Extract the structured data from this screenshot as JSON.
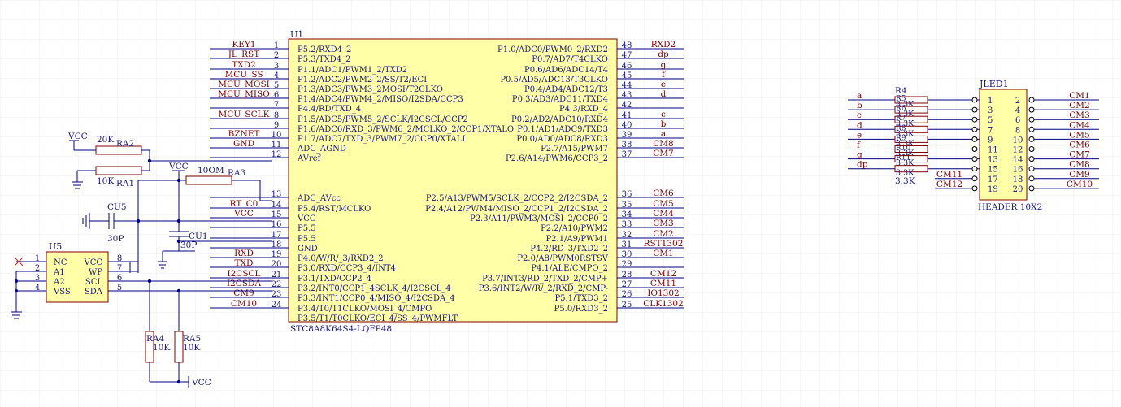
{
  "colors": {
    "background": "#ffffff",
    "grid": "#e6e6e6",
    "wire": "#000080",
    "pin": "#000000",
    "body_fill": "#ffffa8",
    "body_stroke": "#800000",
    "net_label": "#800000",
    "text": "#1a1a80"
  },
  "u1": {
    "designator": "U1",
    "part": "STC8A8K64S4-LQFP48",
    "left_pins": [
      {
        "num": "1",
        "name": "P5.2/RXD4_2",
        "net": "KEY1"
      },
      {
        "num": "2",
        "name": "P5.3/TXD4_2",
        "net": "JL_RST"
      },
      {
        "num": "3",
        "name": "P1.1/ADC1/PWM1_2/TXD2",
        "net": "TXD2"
      },
      {
        "num": "4",
        "name": "P1.2/ADC2/PWM2_2/SS/T2/ECI",
        "net": "MCU_SS"
      },
      {
        "num": "5",
        "name": "P1.3/ADC3/PWM3_2MOSI/T2CLKO",
        "net": "MCU_MOSI"
      },
      {
        "num": "6",
        "name": "P1.4/ADC4/PWM4_2/MISO/I2SDA/CCP3",
        "net": "MCU_MISO"
      },
      {
        "num": "7",
        "name": "P4.4/RD/TXD_4",
        "net": ""
      },
      {
        "num": "8",
        "name": "P1.5/ADC5/PWM5_2/SCLK/I2CSCL/CCP2",
        "net": "MCU_SCLK"
      },
      {
        "num": "9",
        "name": "P1.6/ADC6/RXD_3/PWM6_2/MCLKO_2/CCP1/XTALO",
        "net": ""
      },
      {
        "num": "10",
        "name": "P1.7/ADC7/TXD_3/PWM7_2/CCP0/XTALI",
        "net": "BZNET"
      },
      {
        "num": "11",
        "name": "ADC_AGND",
        "net": "GND"
      },
      {
        "num": "12",
        "name": "AVref",
        "net": ""
      },
      {
        "num": "13",
        "name": "ADC_AVcc",
        "net": ""
      },
      {
        "num": "14",
        "name": "P5.4/RST/MCLKO",
        "net": "RT_C0"
      },
      {
        "num": "15",
        "name": "VCC",
        "net": "VCC"
      },
      {
        "num": "16",
        "name": "P5.5",
        "net": ""
      },
      {
        "num": "17",
        "name": "P5.5",
        "net": ""
      },
      {
        "num": "18",
        "name": "GND",
        "net": ""
      },
      {
        "num": "19",
        "name": "P4.0/W/R/_3/RXD2_2",
        "net": "RXD"
      },
      {
        "num": "20",
        "name": "P3.0/RXD/CCP3_4/INT4",
        "net": "TXD"
      },
      {
        "num": "21",
        "name": "P3.1/TXD/CCP2_4",
        "net": "I2CSCL"
      },
      {
        "num": "22",
        "name": "P3.2/INT0/CCP1_4SCLK_4/I2CSCL_4",
        "net": "I2CSDA"
      },
      {
        "num": "23",
        "name": "P3.3/INT1/CCP0_4/MISO_4/I2CSDA_4",
        "net": "CM9"
      },
      {
        "num": "24",
        "name": "P3.4/T0/T1CLKO/MOSI_4/CMPO",
        "net": "CM10"
      },
      {
        "num": "",
        "name": "P3.5/T1/T0CLKO/ECI_4/SS_4/PWMFLT",
        "net": ""
      }
    ],
    "right_pins": [
      {
        "num": "48",
        "name": "P1.0/ADC0/PWM0_2/RXD2",
        "net": "RXD2"
      },
      {
        "num": "47",
        "name": "P0.7/AD7/T4CLKO",
        "net": "dp"
      },
      {
        "num": "46",
        "name": "P0.6/AD6/ADC14/T4",
        "net": "g"
      },
      {
        "num": "45",
        "name": "P0.5/AD5/ADC13/T3CLKO",
        "net": "f"
      },
      {
        "num": "44",
        "name": "P0.4/AD4/ADC12/T3",
        "net": "e"
      },
      {
        "num": "43",
        "name": "P0.3/AD3/ADC11/TXD4",
        "net": "d"
      },
      {
        "num": "42",
        "name": "P4.3/RXD_4",
        "net": ""
      },
      {
        "num": "41",
        "name": "P0.2/AD2/ADC10/RXD4",
        "net": "c"
      },
      {
        "num": "40",
        "name": "P0.1/AD1/ADC9/TXD3",
        "net": "b"
      },
      {
        "num": "39",
        "name": "P0.0/AD0/ADC8/RXD3",
        "net": "a"
      },
      {
        "num": "38",
        "name": "P2.7/A15/PWM7",
        "net": "CM8"
      },
      {
        "num": "37",
        "name": "P2.6/A14/PWM6/CCP3_2",
        "net": "CM7"
      },
      {
        "num": "36",
        "name": "P2.5/A13/PWM5/SCLK_2/CCP2_2/I2CSDA_2",
        "net": "CM6"
      },
      {
        "num": "35",
        "name": "P2.4/A12/PWM4/MISO_2/CCP1_2/I2CSDA_2",
        "net": "CM5"
      },
      {
        "num": "34",
        "name": "P2.3/A11/PWM3/MOSI_2/CCP0_2",
        "net": "CM4"
      },
      {
        "num": "33",
        "name": "P2.2/A10/PWM2",
        "net": "CM3"
      },
      {
        "num": "32",
        "name": "P2.1/A9/PWM1",
        "net": "CM2"
      },
      {
        "num": "31",
        "name": "P4.2/RD_3/TXD2_2",
        "net": "RST1302"
      },
      {
        "num": "30",
        "name": "P2.0/A8/PWM0RSTSV",
        "net": "CM1"
      },
      {
        "num": "29",
        "name": "P4.1/ALE/CMPO_2",
        "net": ""
      },
      {
        "num": "28",
        "name": "P3.7/INT3/RD_2/TXD_2/CMP+",
        "net": "CM12"
      },
      {
        "num": "27",
        "name": "P3.6/INT2/W/R/_2/RXD_2/CMP-",
        "net": "CM11"
      },
      {
        "num": "26",
        "name": "P5.1/TXD3_2",
        "net": "IO1302"
      },
      {
        "num": "25",
        "name": "P5.0/RXD3_2",
        "net": "CLK1302"
      }
    ]
  },
  "u5": {
    "designator": "U5",
    "left_pins": [
      {
        "num": "1",
        "name": "NC"
      },
      {
        "num": "2",
        "name": "A1"
      },
      {
        "num": "3",
        "name": "A2"
      },
      {
        "num": "4",
        "name": "VSS"
      }
    ],
    "right_pins": [
      {
        "num": "8",
        "name": "VCC"
      },
      {
        "num": "7",
        "name": "WP"
      },
      {
        "num": "6",
        "name": "SCL"
      },
      {
        "num": "5",
        "name": "SDA"
      }
    ]
  },
  "passives": {
    "ra2": {
      "designator": "RA2",
      "value": "20K"
    },
    "ra1": {
      "designator": "RA1",
      "value": "10K"
    },
    "ra3": {
      "designator": "RA3",
      "value": "10OM"
    },
    "cu5": {
      "designator": "CU5",
      "value": "30P"
    },
    "cu1": {
      "designator": "CU1",
      "value": "30P"
    },
    "ra4": {
      "designator": "RA4",
      "value": "10K"
    },
    "ra5": {
      "designator": "RA5",
      "value": "10K"
    },
    "vcc_labels": [
      "VCC",
      "VCC",
      "VCC"
    ]
  },
  "r4": {
    "designator": "R4",
    "nets": [
      "a",
      "b",
      "c",
      "d",
      "e",
      "f",
      "g",
      "dp"
    ],
    "values": [
      "3.3K",
      "3.3K",
      "3.3K",
      "3.3K",
      "3.3K",
      "3.3K",
      "3.3K",
      "3.3K"
    ],
    "value_bottom": "3.3K",
    "sub_labels": [
      "R5",
      "R6",
      "R7",
      "R8",
      "R9",
      "R10",
      "R11"
    ]
  },
  "jled1": {
    "designator": "JLED1",
    "part": "HEADER 10X2",
    "left_nums": [
      "1",
      "3",
      "5",
      "7",
      "9",
      "11",
      "13",
      "15",
      "17",
      "19"
    ],
    "right_nums": [
      "2",
      "4",
      "6",
      "8",
      "10",
      "12",
      "14",
      "16",
      "18",
      "20"
    ],
    "left_extra_nets": [
      "CM11",
      "CM12"
    ],
    "right_nets": [
      "CM1",
      "CM2",
      "CM3",
      "CM4",
      "CM5",
      "CM6",
      "CM7",
      "CM8",
      "CM9",
      "CM10"
    ]
  }
}
